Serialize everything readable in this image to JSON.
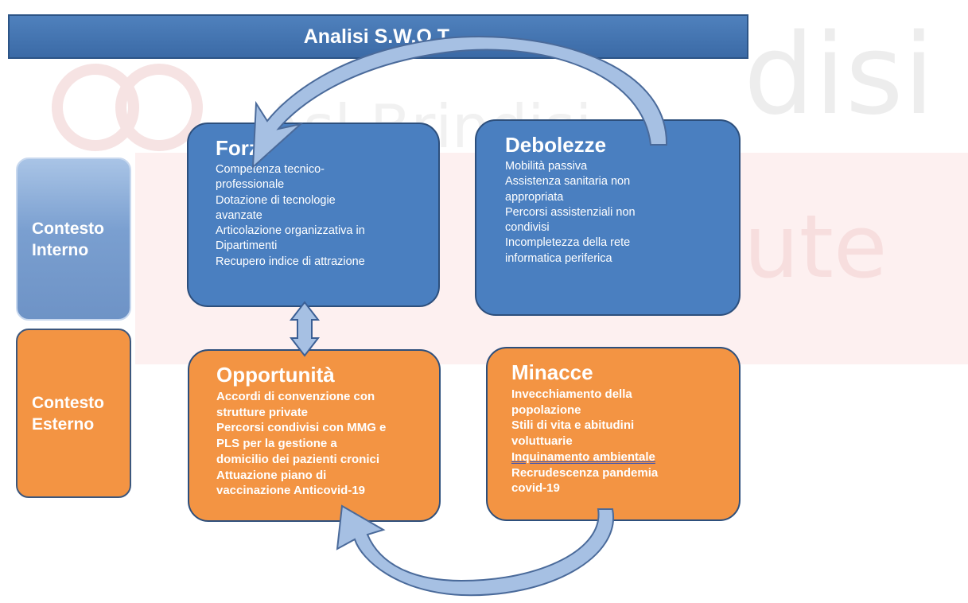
{
  "title": "Analisi S.W.O.T.",
  "contexts": {
    "internal": [
      "Contesto",
      "Interno"
    ],
    "external": [
      "Contesto",
      "Esterno"
    ]
  },
  "forze": {
    "title": "Forze",
    "items": [
      "Competenza tecnico-",
      "professionale",
      "Dotazione di tecnologie",
      "avanzate",
      "Articolazione organizzativa in",
      "Dipartimenti",
      "Recupero indice di attrazione"
    ]
  },
  "debolezze": {
    "title": "Debolezze",
    "items": [
      "Mobilità passiva",
      "Assistenza sanitaria non",
      "appropriata",
      "Percorsi assistenziali non",
      "condivisi",
      "Incompletezza della rete",
      "informatica periferica"
    ]
  },
  "opportunita": {
    "title": "Opportunità",
    "items": [
      "Accordi di convenzione con",
      "strutture private",
      "Percorsi condivisi con MMG e",
      "PLS per la gestione a",
      "domicilio dei pazienti cronici",
      "Attuazione piano di",
      "vaccinazione Anticovid-19"
    ]
  },
  "minacce": {
    "title": "Minacce",
    "items": [
      "Invecchiamento della",
      "popolazione",
      " Stili di vita e abitudini",
      "voluttuarie",
      "Inquinamento ambientale",
      "Recrudescenza pandemia",
      "covid-19"
    ]
  },
  "watermark": {
    "text1": "disi",
    "text2": "Asl Brindisi",
    "text3": "ute"
  },
  "colors": {
    "blue": "#4a7fc0",
    "orange": "#f39443",
    "banner": "#4f81bd",
    "arrow": "#a6c0e3"
  }
}
